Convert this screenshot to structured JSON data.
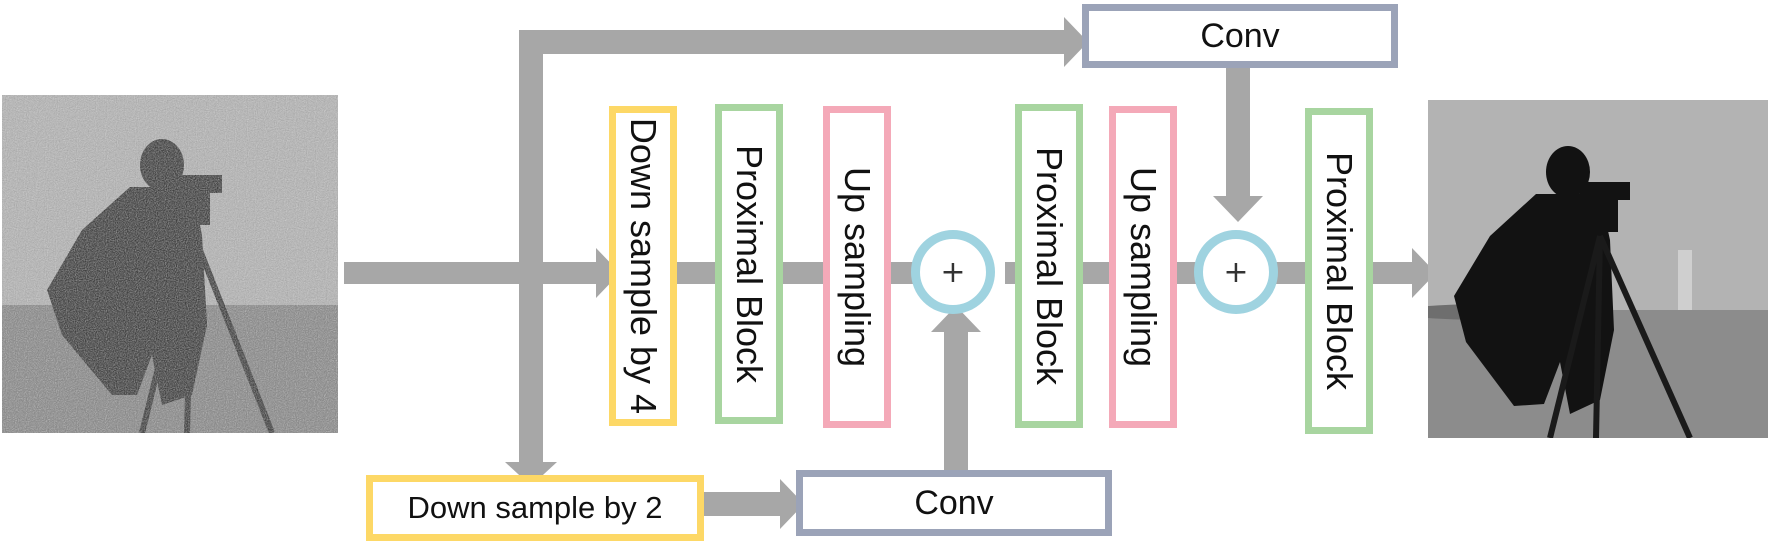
{
  "diagram": {
    "nodes": {
      "conv_top": "Conv",
      "down4": "Down sample by 4",
      "prox1": "Proximal Block",
      "up1": "Up sampling",
      "prox2": "Proximal Block",
      "up2": "Up sampling",
      "prox3": "Proximal Block",
      "down2": "Down sample by 2",
      "conv_bottom": "Conv"
    },
    "sum_symbol": "+",
    "colors": {
      "arrow": "#a7a7a7",
      "yellow": "#fdd866",
      "green": "#a8d5a0",
      "pink": "#f4a9b8",
      "slate": "#9ba3b8",
      "sum": "#9fd3e0"
    },
    "images": {
      "input": "noisy-cameraman-image",
      "output": "denoised-cameraman-image"
    }
  }
}
